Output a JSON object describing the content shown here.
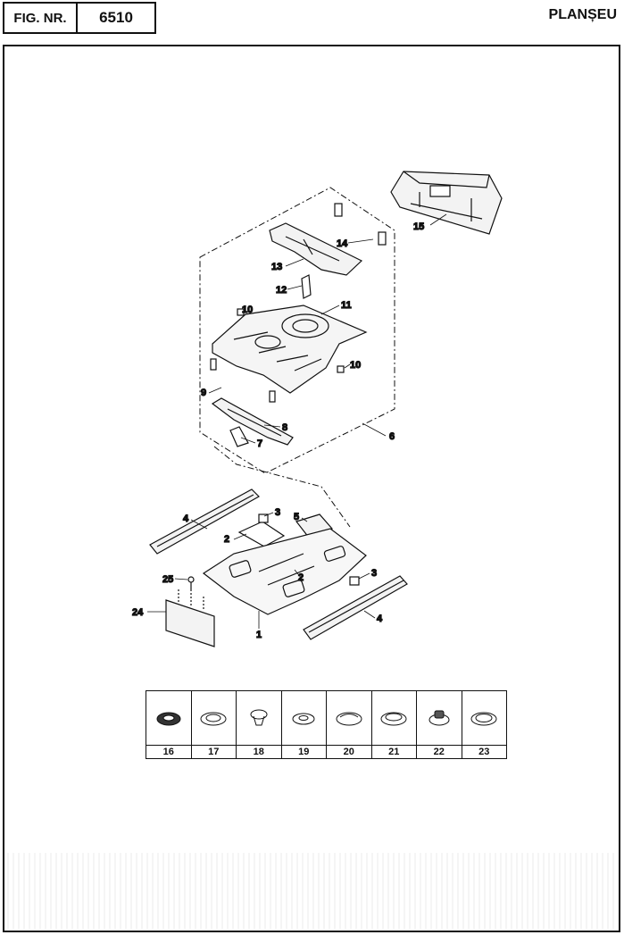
{
  "header": {
    "fig_label": "FIG. NR.",
    "fig_number": "6510",
    "title": "PLANȘEU"
  },
  "callouts": [
    "1",
    "2",
    "2",
    "3",
    "3",
    "4",
    "4",
    "5",
    "6",
    "7",
    "8",
    "9",
    "10",
    "10",
    "11",
    "12",
    "13",
    "14",
    "15",
    "24",
    "25"
  ],
  "parts_table": [
    "16",
    "17",
    "18",
    "19",
    "20",
    "21",
    "22",
    "23"
  ]
}
